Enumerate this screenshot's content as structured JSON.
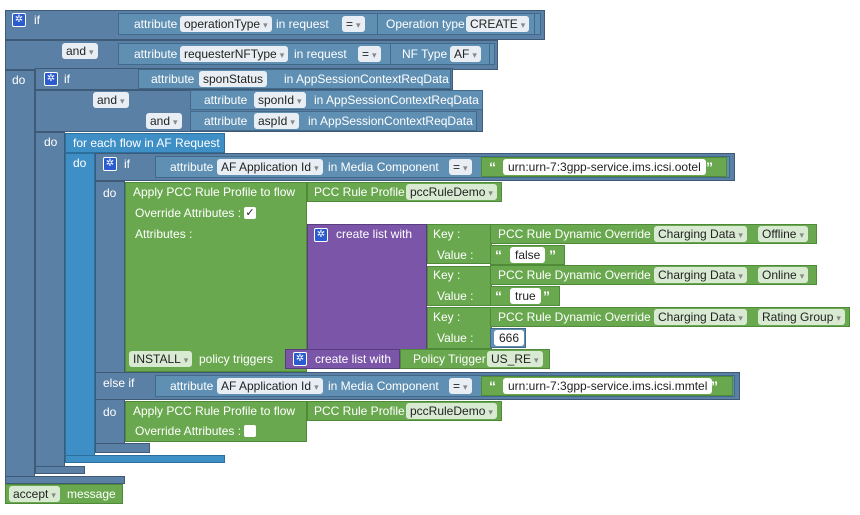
{
  "if1": {
    "if": "if",
    "and": "and",
    "attribute": "attribute",
    "in_request": "in request",
    "field1": "operationType",
    "op": "=",
    "optype": "Operation type",
    "optype_val": "CREATE",
    "field2": "requesterNFType",
    "nftype": "NF Type",
    "nftype_val": "AF",
    "do": "do"
  },
  "if2": {
    "if": "if",
    "and": "and",
    "attribute": "attribute",
    "field1": "sponStatus",
    "field2": "sponId",
    "field3": "aspId",
    "in_ctx": "in AppSessionContextReqData",
    "do": "do"
  },
  "loop": {
    "label": "for each flow in AF Request",
    "do": "do"
  },
  "if3": {
    "if": "if",
    "attribute": "attribute",
    "field": "AF Application Id",
    "in_media": "in Media Component",
    "op": "=",
    "value1": "urn:urn-7:3gpp-service.ims.icsi.ootel",
    "do": "do",
    "else_if": "else if",
    "value2": "urn:urn-7:3gpp-service.ims.icsi.mmtel"
  },
  "apply1": {
    "label": "Apply PCC Rule Profile to flow",
    "profile": "PCC Rule Profile",
    "profile_val": "pccRuleDemo",
    "override": "Override Attributes :",
    "attributes": "Attributes :",
    "create_list": "create list with",
    "key": "Key :",
    "value": "Value :",
    "dyn": "PCC Rule Dynamic Override",
    "charging": "Charging Data",
    "k1": "Offline",
    "v1": "false",
    "k2": "Online",
    "v2": "true",
    "k3": "Rating Group",
    "v3": "666",
    "install": "INSTALL",
    "policy_triggers": "policy triggers",
    "create_list2": "create list with",
    "policy_trigger": "Policy Trigger",
    "trigger_val": "US_RE"
  },
  "apply2": {
    "label": "Apply PCC Rule Profile to flow",
    "profile": "PCC Rule Profile",
    "profile_val": "pccRuleDemo",
    "override": "Override Attributes :"
  },
  "accept": {
    "action": "accept",
    "label": "message"
  }
}
